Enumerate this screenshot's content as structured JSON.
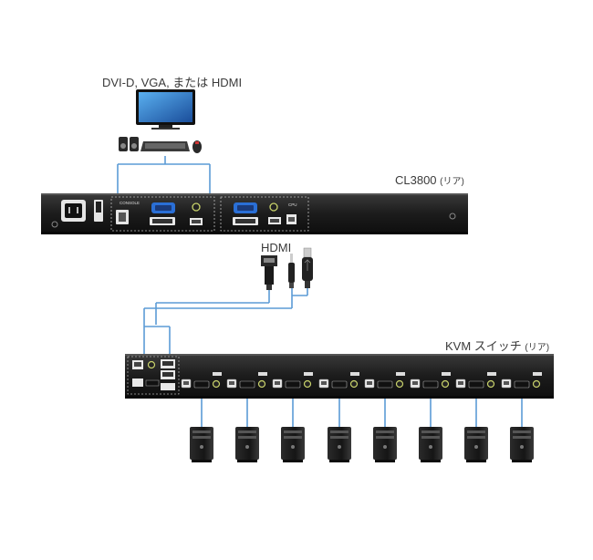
{
  "labels": {
    "console_display": "DVI-D, VGA, または HDMI",
    "cl3800_name": "CL3800",
    "cl3800_suffix": "(リア)",
    "hdmi": "HDMI",
    "kvm_name": "KVM スイッチ",
    "kvm_suffix": "(リア)"
  },
  "panel_text": {
    "console": "CONSOLE",
    "cpu": "CPU"
  },
  "computers": [
    "pc1",
    "pc2",
    "pc3",
    "pc4",
    "pc5",
    "pc6",
    "pc7",
    "pc8"
  ],
  "colors": {
    "cable": "#5b9bd5",
    "device": "#1f1f1f",
    "vga_blue": "#2a6fd6"
  }
}
